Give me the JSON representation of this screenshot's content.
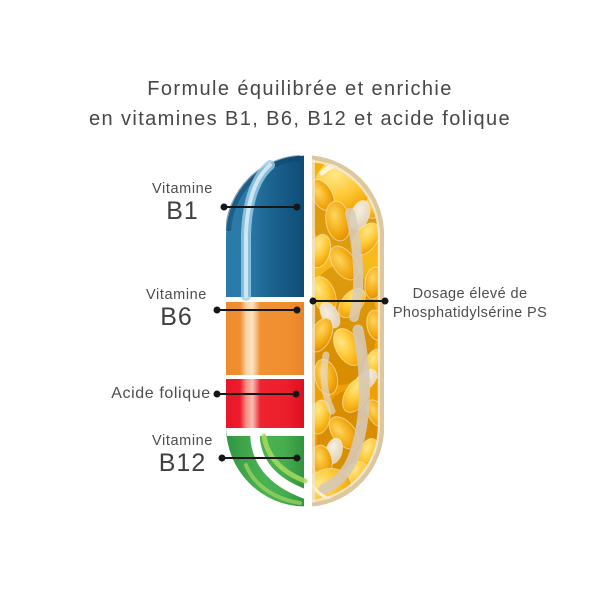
{
  "title": {
    "line1": "Formule équilibrée et enrichie",
    "line2": "en vitamines B1, B6, B12 et acide folique"
  },
  "labels": {
    "b1": {
      "top": "Vitamine",
      "main": "B1"
    },
    "b6": {
      "top": "Vitamine",
      "main": "B6"
    },
    "folic": {
      "main": "Acide folique"
    },
    "b12": {
      "top": "Vitamine",
      "main": "B12"
    },
    "ps": {
      "line1": "Dosage élevé de",
      "line2": "Phosphatidylsérine PS"
    }
  },
  "colors": {
    "b1_blue": "#1c6796",
    "b6_orange": "#ef9033",
    "folic_red": "#ee1f2e",
    "b12_green": "#3fa947",
    "softgel_gold": "#f2a208",
    "shell_beige": "#dcc7a4",
    "callout_line": "#161616",
    "text_gray": "#474747"
  }
}
